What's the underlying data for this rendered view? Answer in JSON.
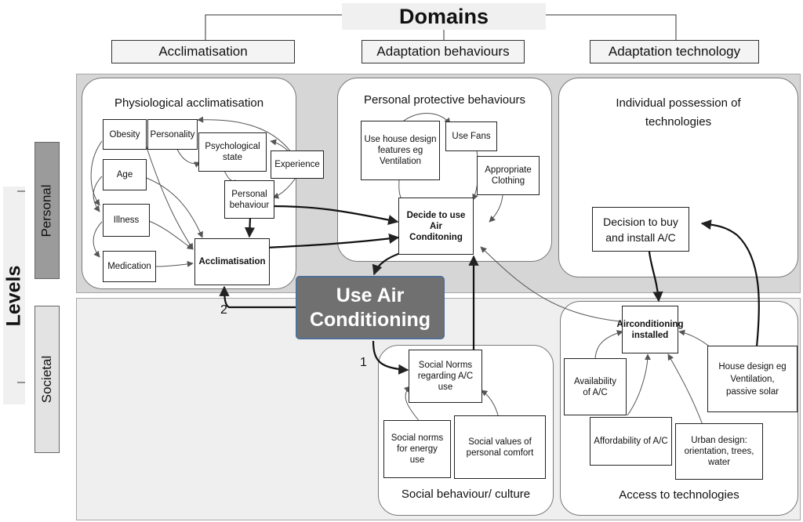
{
  "domains": {
    "title": "Domains",
    "items": [
      "Acclimatisation",
      "Adaptation behaviours",
      "Adaptation technology"
    ]
  },
  "levels": {
    "title": "Levels",
    "items": [
      "Personal",
      "Societal"
    ]
  },
  "panels": {
    "physiological": {
      "title": "Physiological acclimatisation",
      "nodes": {
        "obesity": "Obesity",
        "personality": "Personality",
        "psych_state": "Psychological state",
        "experience": "Experience",
        "age": "Age",
        "personal_behaviour": "Personal behaviour",
        "illness": "Illness",
        "medication": "Medication",
        "acclimatisation": "Acclimatisation"
      }
    },
    "protective": {
      "title": "Personal protective behaviours",
      "nodes": {
        "house_design": "Use house design features eg Ventilation",
        "fans": "Use Fans",
        "clothing": "Appropriate Clothing",
        "decide_ac": "Decide to use Air Conditoning"
      }
    },
    "possession": {
      "title": "Individual possession of technologies",
      "nodes": {
        "decision_buy": "Decision to buy and install A/C"
      }
    },
    "social": {
      "title": "Social behaviour/ culture",
      "nodes": {
        "social_norms_ac": "Social Norms regarding A/C use",
        "norms_energy": "Social norms for energy use",
        "values_comfort": "Social values of personal comfort"
      }
    },
    "access": {
      "title": "Access to technologies",
      "nodes": {
        "installed": "Airconditioning installed",
        "availability": "Availability of A/C",
        "affordability": "Affordability of A/C",
        "urban": "Urban design: orientation, trees, water",
        "house_eg": "House design eg Ventilation, passive solar"
      }
    }
  },
  "central": {
    "label": "Use Air Conditioning"
  },
  "edge_labels": {
    "one": "1",
    "two": "2"
  },
  "colors": {
    "personal_band": "#d6d6d6",
    "societal_band": "#efefef",
    "central_fill": "#707070",
    "central_border": "#4f6f96",
    "level_tab": "#9b9b9b"
  }
}
